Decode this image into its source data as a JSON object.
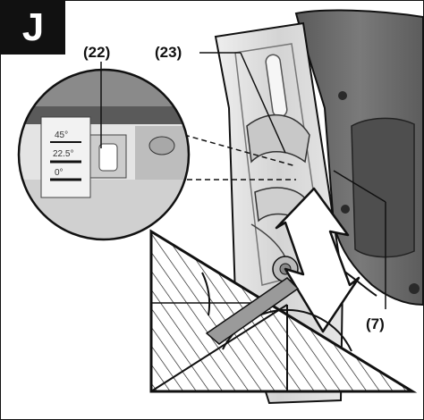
{
  "figure": {
    "letter": "J",
    "callouts": {
      "c22": "(22)",
      "c23": "(23)",
      "c7": "(7)"
    },
    "scale_labels": {
      "a45": "45°",
      "a22": "22.5°",
      "a0": "0°"
    },
    "colors": {
      "housing": "#6e6e6e",
      "housing_dark": "#4a4a4a",
      "plate": "#dcdcdc",
      "line": "#111111"
    }
  }
}
